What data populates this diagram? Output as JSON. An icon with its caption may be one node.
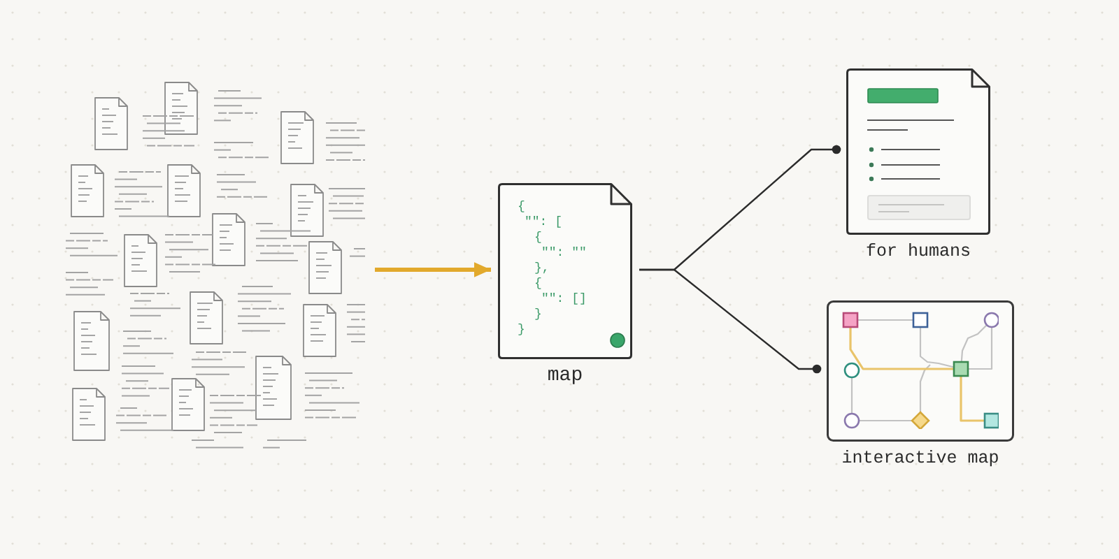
{
  "diagram": {
    "nodes": [
      {
        "text": [],
        "shape": "picture"
      },
      {
        "text": [
          "{",
          "\"\": [",
          "{",
          "\"\": \"\"",
          "},",
          "{",
          "\"\": []",
          "}",
          "}",
          "map"
        ]
      },
      {
        "text": [
          "for humans"
        ]
      },
      {
        "text": [
          "interactive map"
        ]
      }
    ],
    "edges": [
      {
        "from": 0,
        "to": 1,
        "arrow": "to",
        "style": "thick",
        "color": "#e2a92c"
      },
      {
        "from": 1,
        "to": 2,
        "arrow": "other"
      },
      {
        "from": 1,
        "to": 3,
        "arrow": "other"
      }
    ]
  }
}
